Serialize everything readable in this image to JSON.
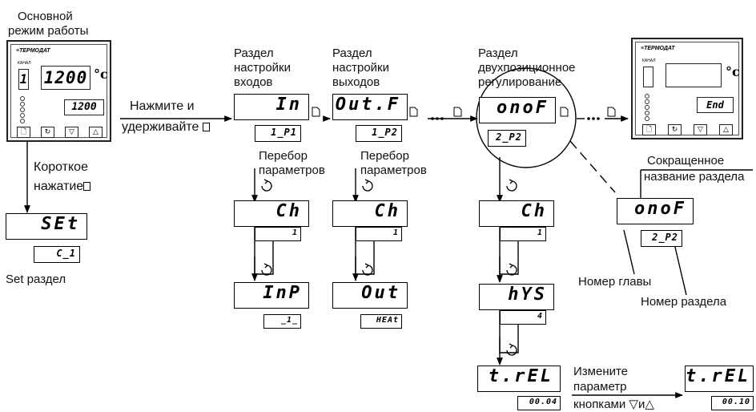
{
  "device_left": {
    "brand": "≡ТЕРМОДАТ",
    "channel_label": "КАНАЛ",
    "channel_value": "1",
    "main_value": "1200",
    "unit": "°c",
    "sub_value": "1200"
  },
  "device_right": {
    "brand": "≡ТЕРМОДАТ",
    "channel_label": "КАНАЛ",
    "unit": "°c",
    "sub_value": "End"
  },
  "labels": {
    "main_mode_l1": "Основной",
    "main_mode_l2": "режим работы",
    "press_hold_l1": "Нажмите и",
    "press_hold_l2": "удерживайте",
    "short_press_l1": "Короткое",
    "short_press_l2": "нажатие",
    "set_section": "Set раздел",
    "inputs_l1": "Раздел",
    "inputs_l2": "настройки",
    "inputs_l3": "входов",
    "outputs_l1": "Раздел",
    "outputs_l2": "настройки",
    "outputs_l3": "выходов",
    "onof_l1": "Раздел",
    "onof_l2": "двухпозиционное",
    "onof_l3": "регулирование",
    "enum1_l1": "Перебор",
    "enum1_l2": "параметров",
    "enum2_l1": "Перебор",
    "enum2_l2": "параметров",
    "short_name_l1": "Сокращенное",
    "short_name_l2": "название раздела",
    "chapter_no": "Номер главы",
    "section_no": "Номер раздела",
    "change_l1": "Измените",
    "change_l2": "параметр",
    "change_l3": "кнопками ▽и△"
  },
  "displays": {
    "set_main": "SEt",
    "set_sub": "C_1",
    "in_main": "In",
    "in_sub": "1_P1",
    "ch1_main": "Ch",
    "ch1_sub": "1",
    "inp_main": "InP",
    "inp_sub": "_1_",
    "out_main": "Out.F",
    "out_sub": "1_P2",
    "ch2_main": "Ch",
    "ch2_sub": "1",
    "outp_main": "Out",
    "outp_sub": "HEAt",
    "onof_main": "onoF",
    "onof_sub": "2_P2",
    "ch3_main": "Ch",
    "ch3_sub": "1",
    "hys_main": "hYS",
    "hys_sub": "4",
    "trel_main": "t.rEL",
    "trel_sub": "00.04",
    "trel2_main": "t.rEL",
    "trel2_sub": "00.10",
    "legend_main": "onoF",
    "legend_sub": "2_P2"
  },
  "colors": {
    "line": "#000000",
    "background": "#ffffff"
  },
  "icons": [
    "page-button-icon",
    "cycle-arrow-icon",
    "down-triangle-icon",
    "up-triangle-icon",
    "ellipsis-icon"
  ]
}
